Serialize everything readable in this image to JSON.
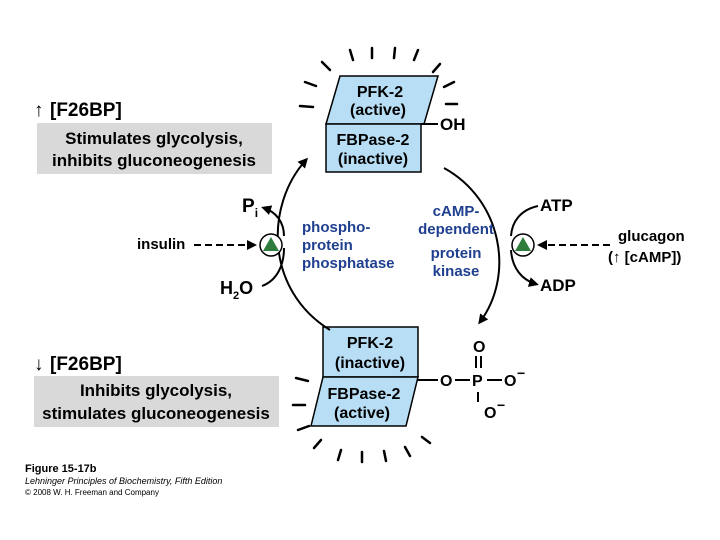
{
  "top": {
    "upper_box_line1": "PFK-2",
    "upper_box_line2": "(active)",
    "lower_box_line1": "FBPase-2",
    "lower_box_line2": "(inactive)",
    "oh_label": "OH"
  },
  "bottom": {
    "upper_box_line1": "PFK-2",
    "upper_box_line2": "(inactive)",
    "lower_box_line1": "FBPase-2",
    "lower_box_line2": "(active)",
    "phosphate_o": "O",
    "phosphate_p": "P",
    "phosphate_o_minus": "O",
    "minus": "−"
  },
  "left_top_panel": {
    "arrow": "↑",
    "title": "[F26BP]",
    "line1": "Stimulates glycolysis,",
    "line2": "inhibits gluconeogenesis"
  },
  "left_bottom_panel": {
    "arrow": "↓",
    "title": "[F26BP]",
    "line1": "Inhibits glycolysis,",
    "line2": "stimulates gluconeogenesis"
  },
  "left_cycle": {
    "pi_main": "P",
    "pi_sub": "i",
    "h2o_main": "H",
    "h2o_sub": "2",
    "h2o_tail": "O",
    "insulin": "insulin",
    "enzyme_line1": "phospho-",
    "enzyme_line2": "protein",
    "enzyme_line3": "phosphatase"
  },
  "right_cycle": {
    "atp": "ATP",
    "adp": "ADP",
    "glucagon": "glucagon",
    "camp_open": "(",
    "camp_arrow": "↑",
    "camp_text": " [cAMP])",
    "enzyme_line1": "cAMP-",
    "enzyme_line2": "dependent",
    "enzyme_line3": "protein",
    "enzyme_line4": "kinase"
  },
  "caption": {
    "figure": "Figure 15-17b",
    "book": "Lehninger Principles of Biochemistry, Fifth Edition",
    "copyright": "© 2008 W. H. Freeman and Company"
  },
  "colors": {
    "box_fill": "#b8def5",
    "panel_fill": "#d9d9d9",
    "enzyme_text": "#1f3f8f",
    "activator_fill": "#2e7d3c"
  }
}
